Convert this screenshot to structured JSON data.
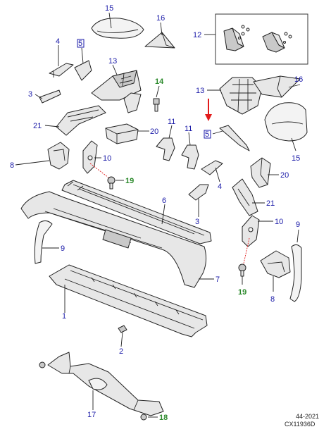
{
  "diagram": {
    "callouts": {
      "c15a": "15",
      "c16a": "16",
      "c12": "12",
      "c4a": "4",
      "c5a": "5",
      "c13a": "13",
      "c14": "14",
      "c3a": "3",
      "c21a": "21",
      "c20a": "20",
      "c11a": "11",
      "c11b": "11",
      "c13b": "13",
      "c16b": "16",
      "c5b": "5",
      "c15b": "15",
      "c8a": "8",
      "c10a": "10",
      "c19a": "19",
      "c20b": "20",
      "c4b": "4",
      "c6": "6",
      "c21b": "21",
      "c3b": "3",
      "c9a": "9",
      "c10b": "10",
      "c9b": "9",
      "c7": "7",
      "c1": "1",
      "c19b": "19",
      "c8b": "8",
      "c2": "2",
      "c17": "17",
      "c18": "18"
    },
    "green_callouts": [
      "14",
      "19",
      "18"
    ],
    "reference": {
      "code": "44-2021",
      "figure": "CX11936D"
    },
    "colors": {
      "callout": "#1a1aa8",
      "callout_green": "#2c8a2c",
      "arrow": "#e21b1b",
      "part_fill": "#e7e7e7",
      "outline": "#222222"
    }
  }
}
